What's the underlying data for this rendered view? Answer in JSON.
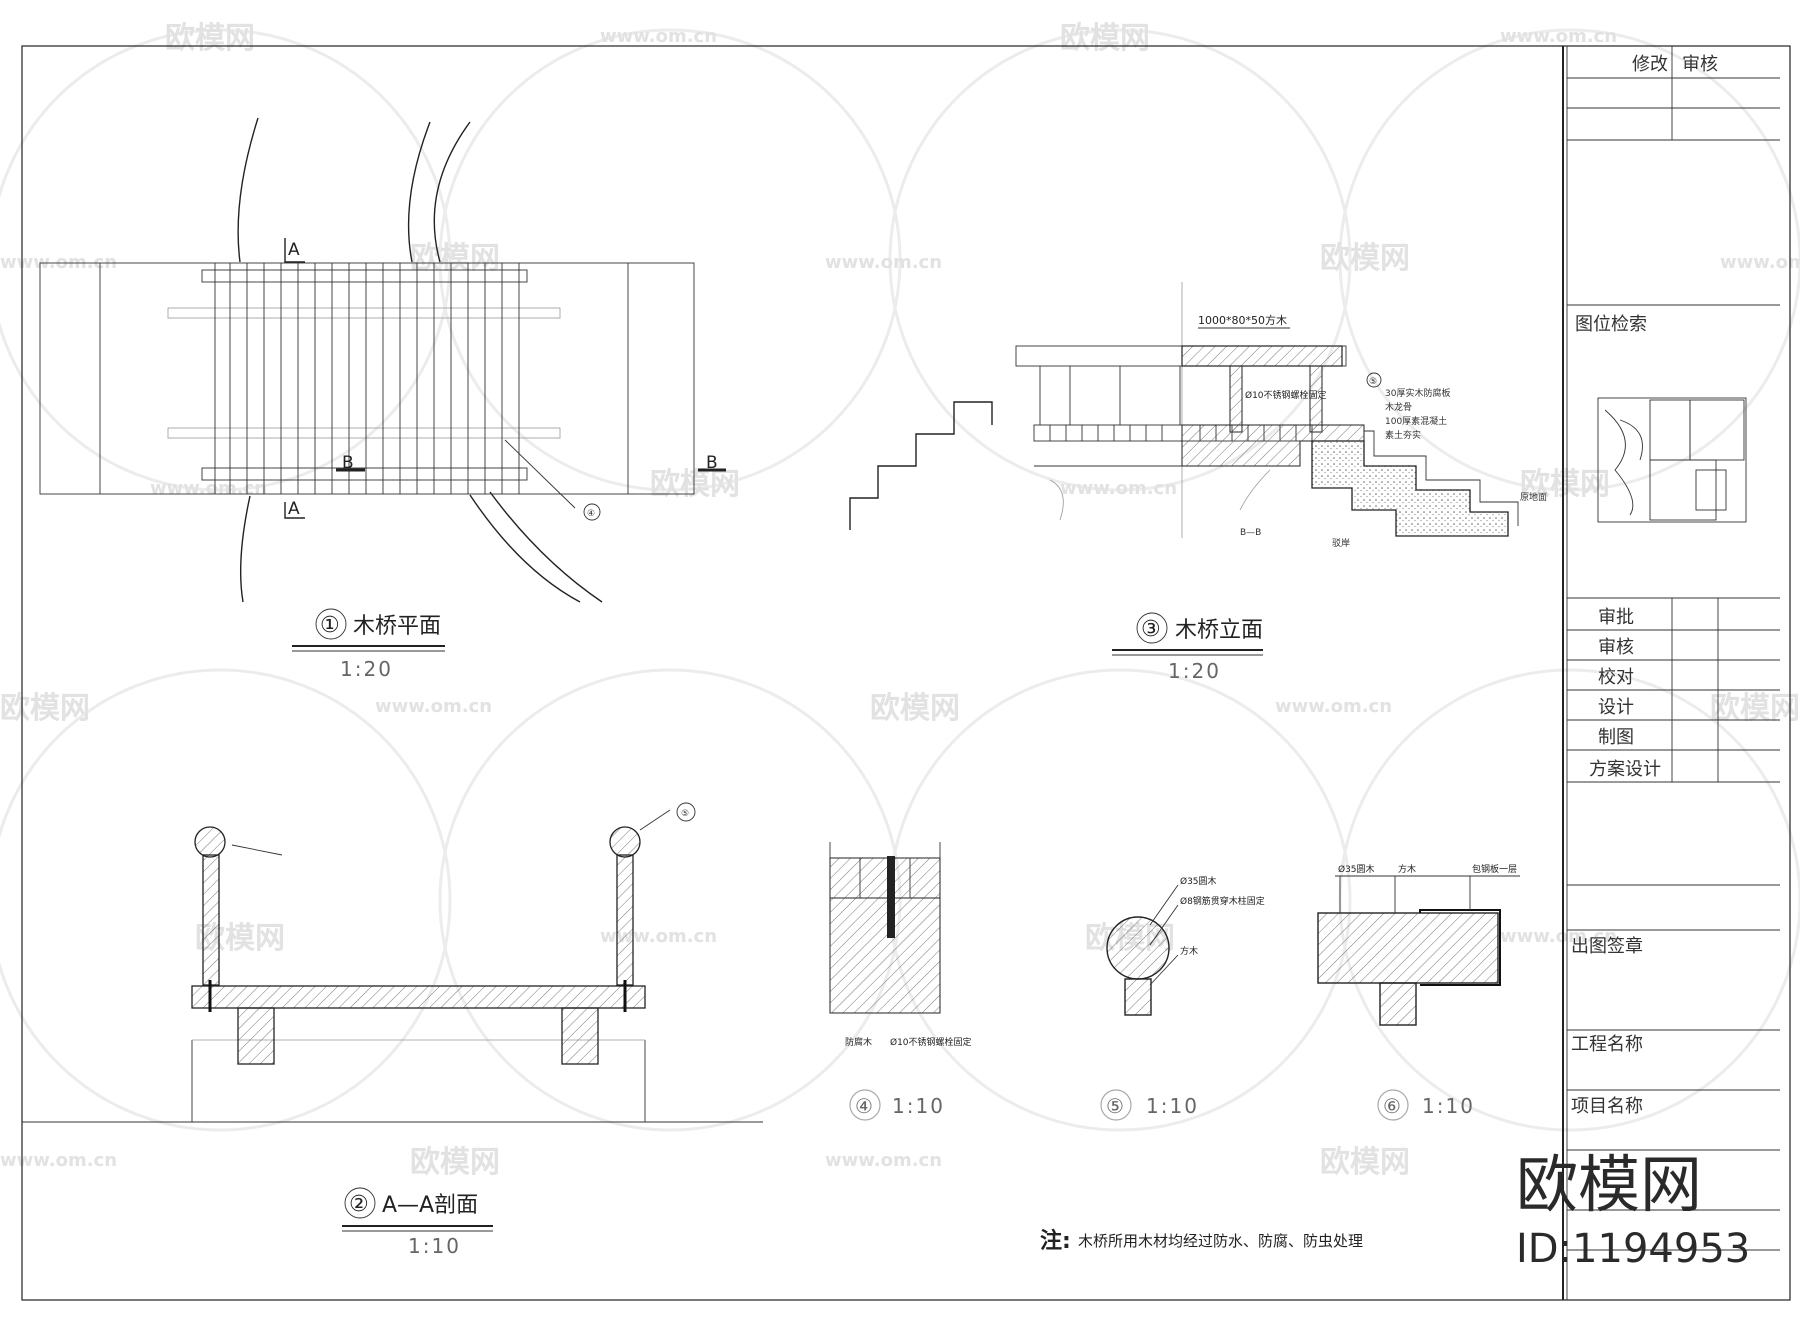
{
  "views": {
    "plan": {
      "num": "①",
      "title": "木桥平面",
      "scale": "1:20"
    },
    "elev": {
      "num": "③",
      "title": "木桥立面",
      "scale": "1:20"
    },
    "sect": {
      "num": "②",
      "title": "A—A剖面",
      "scale": "1:10"
    },
    "d4": {
      "num": "④",
      "scale": "1:10"
    },
    "d5": {
      "num": "⑤",
      "scale": "1:10"
    },
    "d6": {
      "num": "⑥",
      "scale": "1:10"
    }
  },
  "plan_marks": {
    "a": "A",
    "b": "B",
    "callout": "④"
  },
  "elev_notes": {
    "top": "1000*80*50方木",
    "rail": "Ø10不锈钢螺栓固定",
    "n1": "30厚实木防腐板",
    "n2": "木龙骨",
    "n3": "100厚素混凝土",
    "n4": "素土夯实",
    "n5": "原地面",
    "n6": "B—B",
    "n7": "驳岸",
    "callout": "⑤"
  },
  "detail_notes": {
    "d4a": "防腐木",
    "d4b": "Ø10不锈钢螺栓固定",
    "d5a": "Ø35圆木",
    "d5b": "Ø8钢筋贯穿木柱固定",
    "d5c": "方木",
    "d6a": "Ø35圆木",
    "d6b": "方木",
    "d6c": "包钢板一层",
    "sect_callout": "⑤"
  },
  "note": {
    "prefix": "注:",
    "text": "木桥所用木材均经过防水、防腐、防虫处理"
  },
  "titleblock": {
    "revise": "修改",
    "review": "审核",
    "index": "图位检索",
    "roles": [
      "审批",
      "审核",
      "校对",
      "设计",
      "制图",
      "方案设计"
    ],
    "seal": "出图签章",
    "project": "工程名称",
    "item": "项目名称"
  },
  "watermark": {
    "brand": "欧模网",
    "url": "www.om.cn",
    "id": "ID:1194953"
  }
}
